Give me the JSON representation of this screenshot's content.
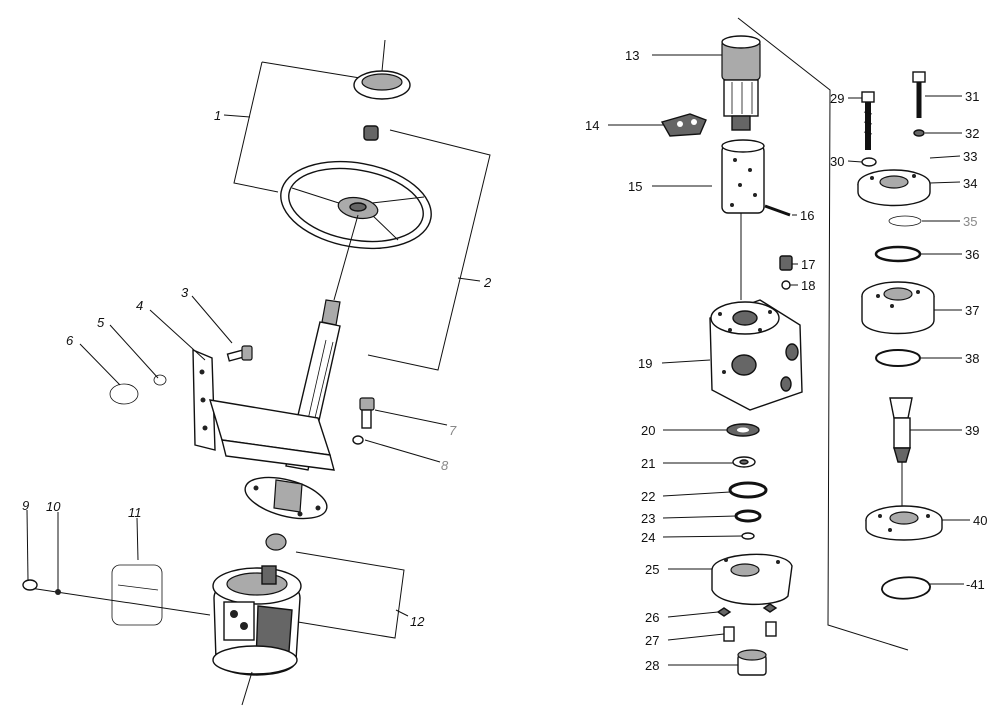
{
  "callouts": {
    "1": "1",
    "2": "2",
    "3": "3",
    "4": "4",
    "5": "5",
    "6": "6",
    "7": "7",
    "8": "8",
    "9": "9",
    "10": "10",
    "11": "11",
    "12": "12",
    "13": "13",
    "14": "14",
    "15": "15",
    "16": "16",
    "17": "17",
    "18": "18",
    "19": "19",
    "20": "20",
    "21": "21",
    "22": "22",
    "23": "23",
    "24": "24",
    "25": "25",
    "26": "26",
    "27": "27",
    "28": "28",
    "29": "29",
    "30": "30",
    "31": "31",
    "32": "32",
    "33": "33",
    "34": "34",
    "35": "35",
    "36": "36",
    "37": "37",
    "38": "38",
    "39": "39",
    "40": "40",
    "41": "-41"
  }
}
